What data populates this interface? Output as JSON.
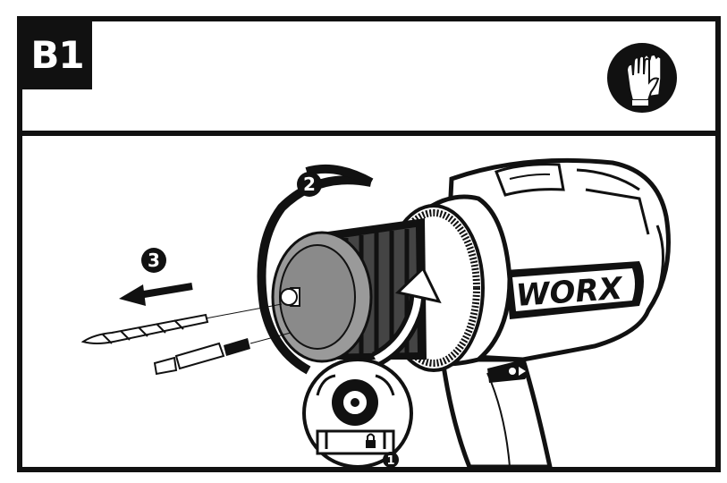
{
  "header": {
    "step_label": "B1",
    "badge_icon": "protective-gloves-icon"
  },
  "illustration": {
    "steps": [
      "2",
      "3",
      "1"
    ],
    "brand_text": "WORX",
    "lock_icon": "lock-icon",
    "colors": {
      "ink": "#111111",
      "chuck_gray": "#9a9a9a",
      "body": "#ffffff"
    }
  }
}
